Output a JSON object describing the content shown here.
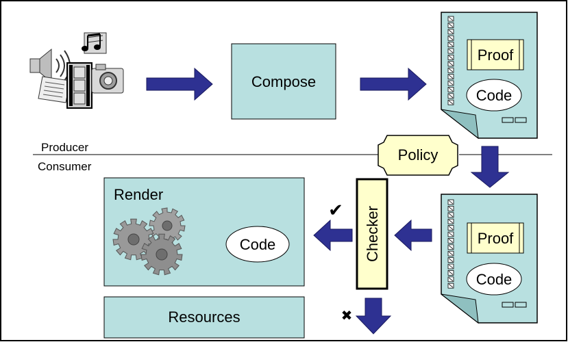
{
  "media_icons": [
    "speaker-icon",
    "music-note-icon",
    "film-strip-icon",
    "camera-icon",
    "document-icon"
  ],
  "compose": {
    "label": "Compose"
  },
  "producer_doc": {
    "proof": "Proof",
    "code": "Code"
  },
  "divider": {
    "producer": "Producer",
    "consumer": "Consumer"
  },
  "policy": {
    "label": "Policy"
  },
  "consumer_doc": {
    "proof": "Proof",
    "code": "Code"
  },
  "checker": {
    "label": "Checker"
  },
  "render": {
    "title": "Render",
    "code": "Code"
  },
  "resources": {
    "label": "Resources"
  },
  "marks": {
    "accept": "✔",
    "reject": "✖"
  },
  "colors": {
    "box_fill": "#b8e0e0",
    "arrow_fill": "#2e3192",
    "label_fill": "#ffffcc",
    "doc_fill": "#b8e0e0"
  }
}
